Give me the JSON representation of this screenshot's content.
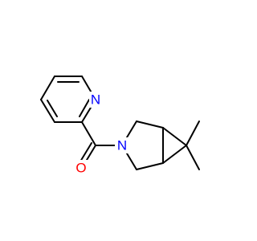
{
  "molecule": {
    "atoms": [
      {
        "id": "N_pyr",
        "symbol": "N",
        "color": "#0000ff"
      },
      {
        "id": "N_amide",
        "symbol": "N",
        "color": "#0000ff"
      },
      {
        "id": "O_carbonyl",
        "symbol": "O",
        "color": "#ff0000"
      }
    ],
    "bond_color": "#000000"
  }
}
